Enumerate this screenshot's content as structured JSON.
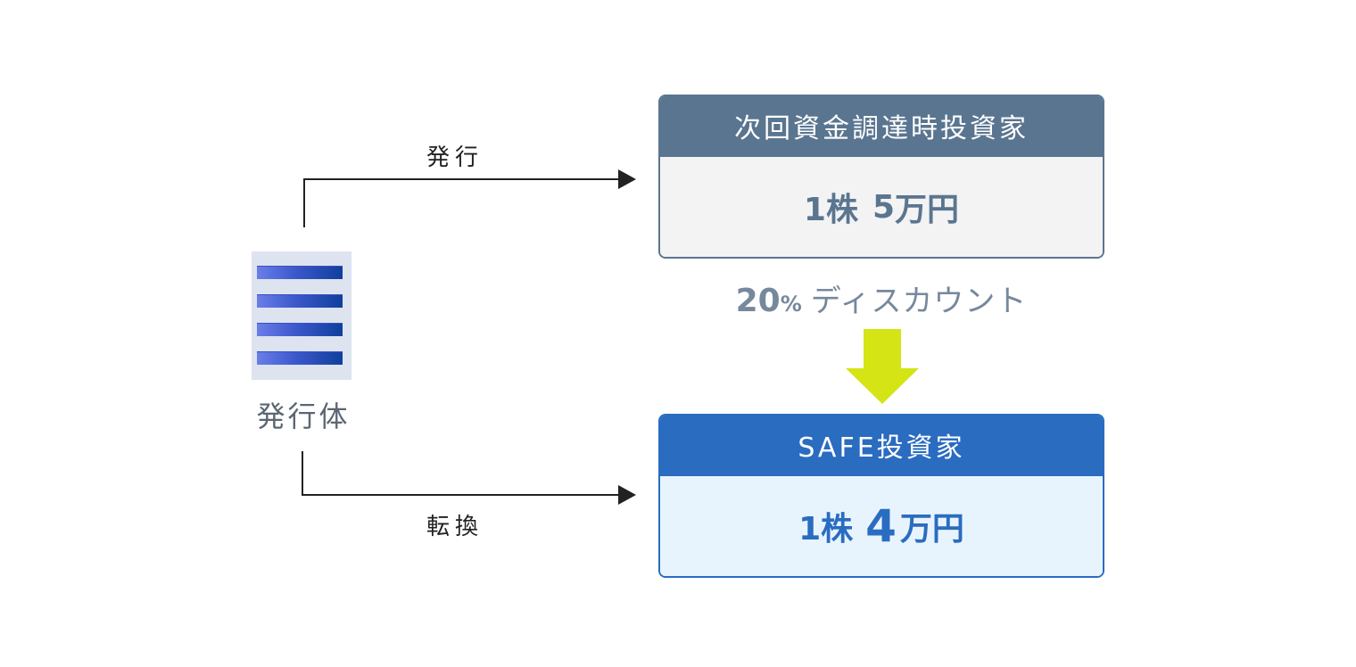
{
  "issuer": {
    "label": "発行体",
    "icon": "building-icon"
  },
  "flows": {
    "issue": {
      "label": "発行"
    },
    "convert": {
      "label": "転換"
    }
  },
  "next_round_investor": {
    "title": "次回資金調達時投資家",
    "price_prefix": "1株",
    "price_amount": "5",
    "price_unit": "万円",
    "colors": {
      "header": "#5a7590",
      "body": "#f3f3f3"
    }
  },
  "discount": {
    "number": "20",
    "percent": "%",
    "text": "ディスカウント",
    "arrow_color": "#d4e414"
  },
  "safe_investor": {
    "title": "SAFE投資家",
    "price_prefix": "1株",
    "price_amount": "4",
    "price_unit": "万円",
    "colors": {
      "header": "#2a6cc0",
      "body": "#e8f4fd"
    }
  }
}
